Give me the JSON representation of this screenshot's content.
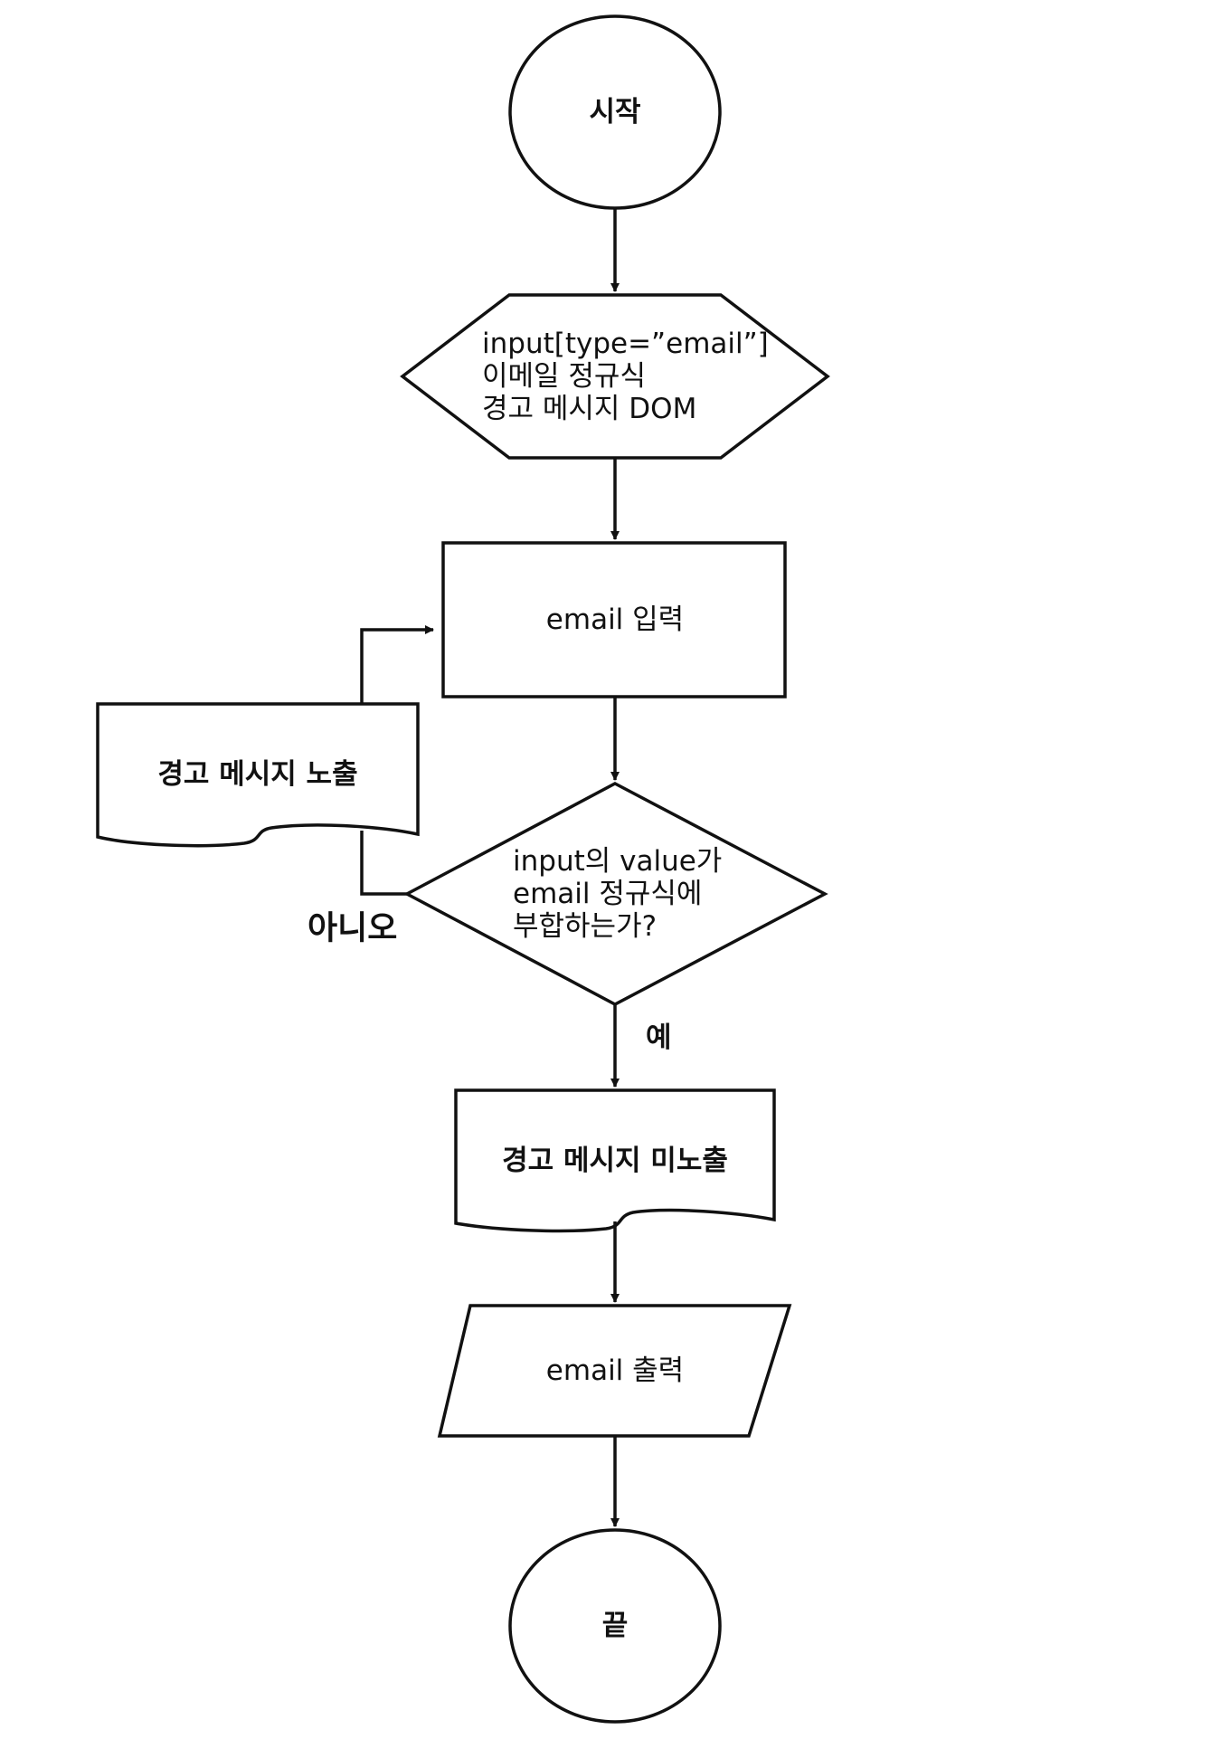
{
  "diagram": {
    "nodes": {
      "start": {
        "type": "terminator",
        "label": "시작"
      },
      "prep": {
        "type": "preparation",
        "lines": [
          "input[type=”email”]",
          "이메일 정규식",
          "경고 메시지 DOM"
        ]
      },
      "input": {
        "type": "process",
        "label": "email 입력"
      },
      "decision": {
        "type": "decision",
        "lines": [
          "input의 value가",
          "email 정규식에",
          "부합하는가?"
        ]
      },
      "warn": {
        "type": "document",
        "label": "경고 메시지 노출"
      },
      "nowarn": {
        "type": "document",
        "label": "경고 메시지 미노출"
      },
      "output": {
        "type": "io",
        "label": "email 출력"
      },
      "end": {
        "type": "terminator",
        "label": "끝"
      }
    },
    "branches": {
      "no": "아니오",
      "yes": "예"
    },
    "edges": [
      {
        "from": "start",
        "to": "prep"
      },
      {
        "from": "prep",
        "to": "input"
      },
      {
        "from": "input",
        "to": "decision"
      },
      {
        "from": "decision",
        "to": "warn",
        "label": "아니오"
      },
      {
        "from": "warn",
        "to": "input"
      },
      {
        "from": "decision",
        "to": "nowarn",
        "label": "예"
      },
      {
        "from": "nowarn",
        "to": "output"
      },
      {
        "from": "output",
        "to": "end"
      }
    ],
    "colors": {
      "stroke": "#111111",
      "fill": "#ffffff",
      "text": "#111111"
    }
  }
}
